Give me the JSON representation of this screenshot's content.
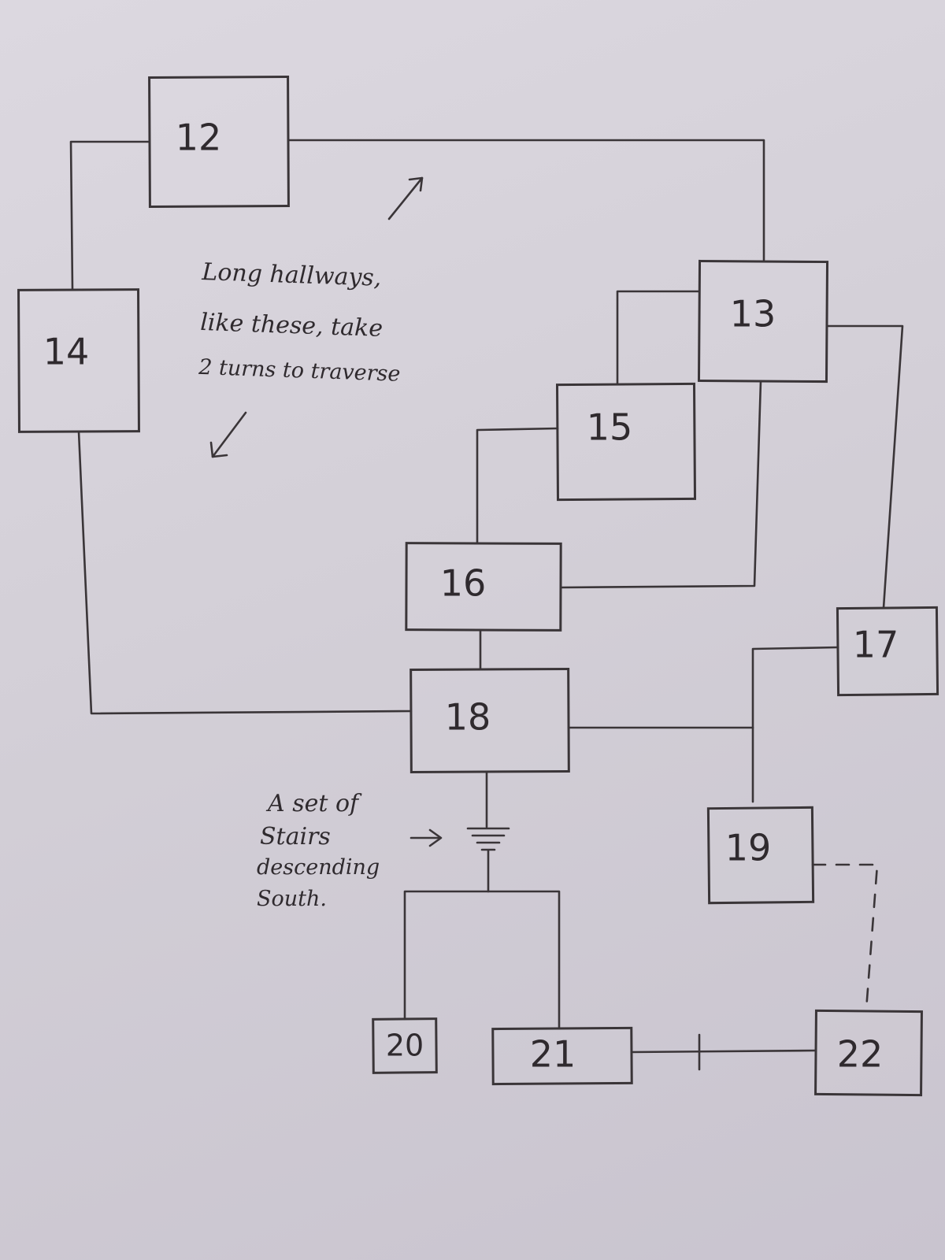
{
  "rooms": [
    {
      "id": "room-12",
      "label": "12"
    },
    {
      "id": "room-13",
      "label": "13"
    },
    {
      "id": "room-14",
      "label": "14"
    },
    {
      "id": "room-15",
      "label": "15"
    },
    {
      "id": "room-16",
      "label": "16"
    },
    {
      "id": "room-17",
      "label": "17"
    },
    {
      "id": "room-18",
      "label": "18"
    },
    {
      "id": "room-19",
      "label": "19"
    },
    {
      "id": "room-20",
      "label": "20"
    },
    {
      "id": "room-21",
      "label": "21"
    },
    {
      "id": "room-22",
      "label": "22"
    }
  ],
  "notes": {
    "hallways": [
      "Long hallways,",
      "like these, take",
      "2 turns to traverse"
    ],
    "stairs": [
      "A set of",
      "Stairs",
      "descending",
      "South."
    ]
  }
}
